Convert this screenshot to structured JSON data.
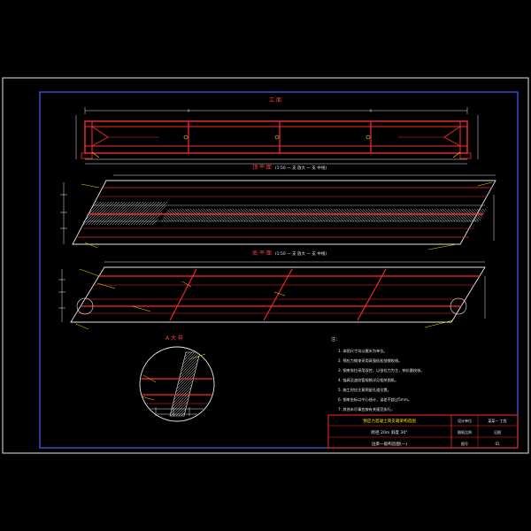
{
  "views": {
    "elevation_title": "立 面",
    "plan_top_title": "顶 平 面",
    "plan_top_scale": "(1:50 一 支 放大 一 支 中线)",
    "plan_bottom_title": "底 平 面",
    "plan_bottom_scale": "(1:50 一 支 放大 一 支 中线)",
    "detail_title": "A 大 样"
  },
  "notes": {
    "heading": "注：",
    "items": [
      "1. 本图尺寸均以厘米为单位。",
      "2. 预应力钢束采用高强低松弛钢绞线。",
      "3. 钢束张拉采用双控，以张拉力为主，伸长量校核。",
      "4. 锚具及波纹管规格详见相关图纸。",
      "5. 施工时应注意预留孔道位置。",
      "6. 钢束坐标以中心线计，误差不超过5mm。",
      "7. 其他未尽事宜按有关规范执行。"
    ]
  },
  "title_block": {
    "project": "预应力混凝土简支箱梁构造图",
    "span_info": "跨径 20m  斜度 30°",
    "drawing_name": "边梁一般构造图(一)",
    "designer_label": "设计单位",
    "designer_value": "某某一 工程",
    "scale_label": "图纸比例",
    "scale_value": "见图",
    "sheet_label": "图号",
    "sheet_value": "01"
  },
  "colors": {
    "background": "#000000",
    "frame": "#e8e8e8",
    "structure": "#ff2a2a",
    "annotation": "#ffe000",
    "dimension": "#e8e8e8",
    "hatch": "#c8c8c8",
    "title_border": "#ff2a2a"
  }
}
